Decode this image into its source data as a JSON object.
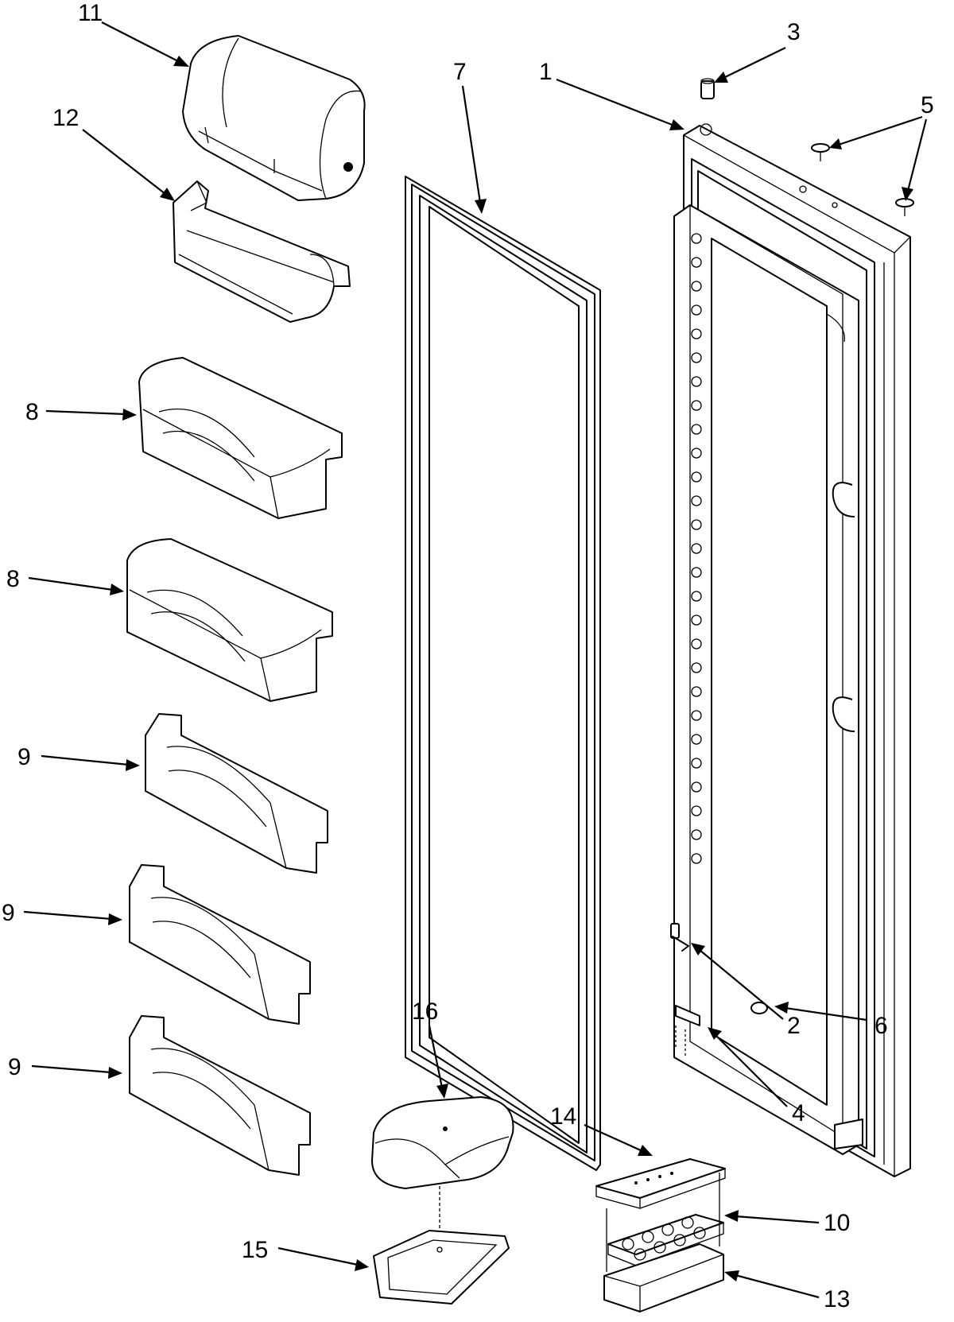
{
  "callouts": [
    "11",
    "12",
    "8",
    "8",
    "9",
    "9",
    "9",
    "7",
    "1",
    "3",
    "5",
    "16",
    "15",
    "14",
    "2",
    "4",
    "6",
    "10",
    "13"
  ]
}
